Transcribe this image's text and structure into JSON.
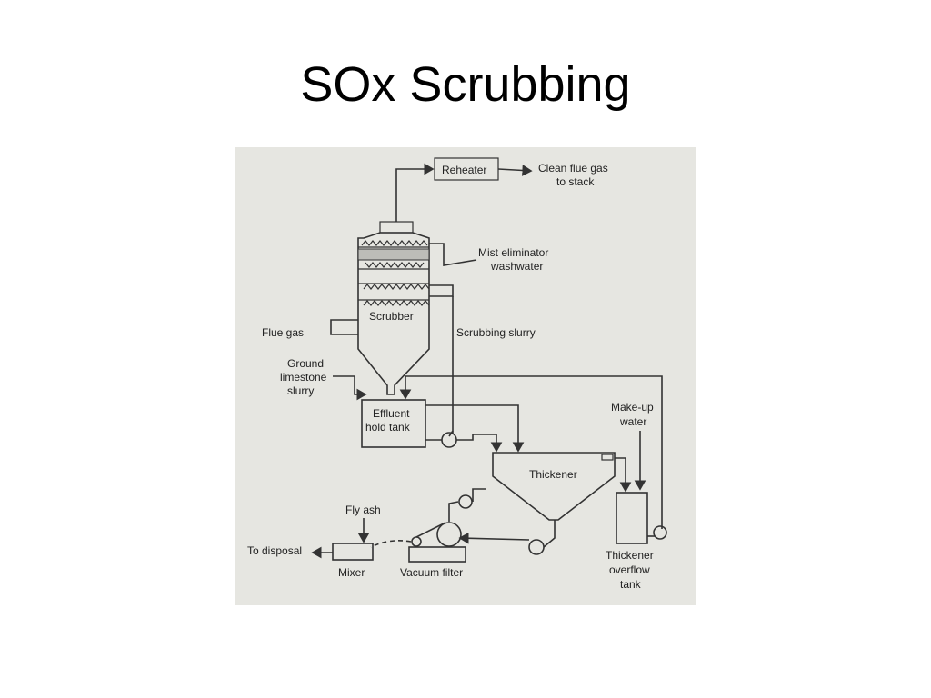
{
  "slide": {
    "title": "SOx Scrubbing"
  },
  "diagram": {
    "labels": {
      "reheater": "Reheater",
      "clean_flue_gas_1": "Clean flue gas",
      "clean_flue_gas_2": "to stack",
      "mist_eliminator_1": "Mist eliminator",
      "mist_eliminator_2": "washwater",
      "scrubber": "Scrubber",
      "flue_gas": "Flue gas",
      "scrubbing_slurry": "Scrubbing slurry",
      "ground_1": "Ground",
      "ground_2": "limestone",
      "ground_3": "slurry",
      "effluent_1": "Effluent",
      "effluent_2": "hold tank",
      "makeup_1": "Make-up",
      "makeup_2": "water",
      "thickener": "Thickener",
      "fly_ash": "Fly ash",
      "to_disposal": "To disposal",
      "mixer": "Mixer",
      "vacuum_filter": "Vacuum filter",
      "overflow_1": "Thickener",
      "overflow_2": "overflow",
      "overflow_3": "tank"
    },
    "colors": {
      "photo_background": "#e6e6e1",
      "ink": "#333333"
    }
  }
}
